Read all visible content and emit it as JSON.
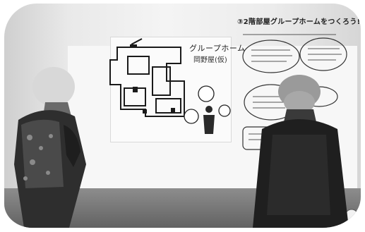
{
  "poster_left": {
    "title": "グループホーム",
    "name": "岡野屋(仮)"
  },
  "poster_right": {
    "heading": "③2階部屋グループホームをつくろう!!"
  }
}
